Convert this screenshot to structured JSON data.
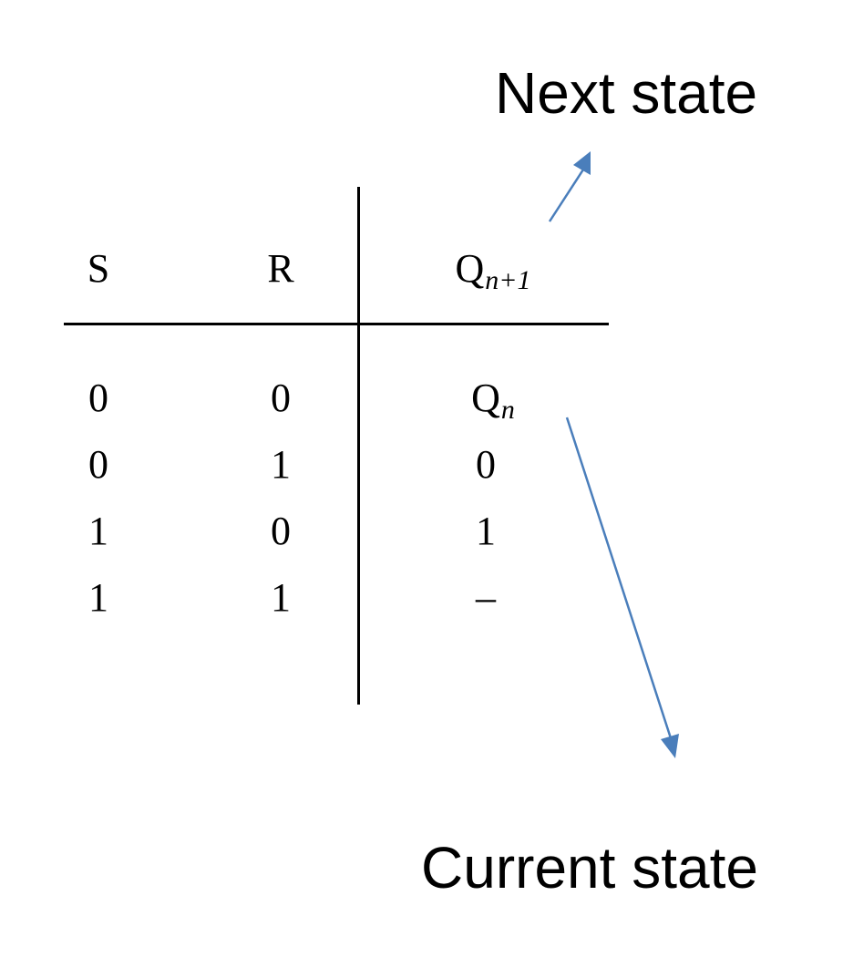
{
  "annotations": {
    "next_state": "Next state",
    "current_state": "Current state"
  },
  "truth_table": {
    "headers": {
      "s": "S",
      "r": "R",
      "q_next_base": "Q",
      "q_next_sub": "n+1"
    },
    "rows": [
      {
        "s": "0",
        "r": "0",
        "q_base": "Q",
        "q_sub": "n"
      },
      {
        "s": "0",
        "r": "1",
        "q_base": "0",
        "q_sub": ""
      },
      {
        "s": "1",
        "r": "0",
        "q_base": "1",
        "q_sub": ""
      },
      {
        "s": "1",
        "r": "1",
        "q_base": "–",
        "q_sub": ""
      }
    ]
  },
  "colors": {
    "arrow": "#4a7ebb",
    "text": "#000000",
    "background": "#ffffff"
  }
}
